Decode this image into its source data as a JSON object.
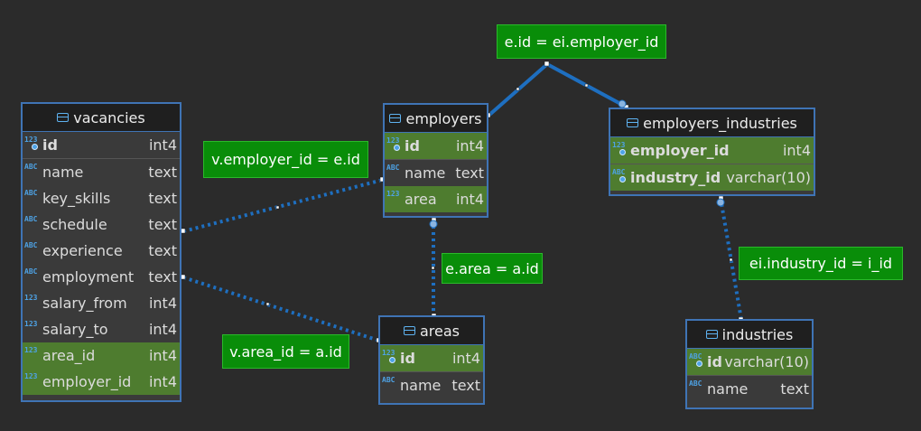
{
  "entities": {
    "vacancies": {
      "title": "vacancies",
      "columns": [
        {
          "name": "id",
          "type": "int4",
          "icon": "123"
        },
        {
          "name": "name",
          "type": "text",
          "icon": "ABC"
        },
        {
          "name": "key_skills",
          "type": "text",
          "icon": "ABC"
        },
        {
          "name": "schedule",
          "type": "text",
          "icon": "ABC"
        },
        {
          "name": "experience",
          "type": "text",
          "icon": "ABC"
        },
        {
          "name": "employment",
          "type": "text",
          "icon": "ABC"
        },
        {
          "name": "salary_from",
          "type": "int4",
          "icon": "123"
        },
        {
          "name": "salary_to",
          "type": "int4",
          "icon": "123"
        },
        {
          "name": "area_id",
          "type": "int4",
          "icon": "123"
        },
        {
          "name": "employer_id",
          "type": "int4",
          "icon": "123"
        }
      ]
    },
    "employers": {
      "title": "employers",
      "columns": [
        {
          "name": "id",
          "type": "int4",
          "icon": "123"
        },
        {
          "name": "name",
          "type": "text",
          "icon": "ABC"
        },
        {
          "name": "area",
          "type": "int4",
          "icon": "123"
        }
      ]
    },
    "employers_industries": {
      "title": "employers_industries",
      "columns": [
        {
          "name": "employer_id",
          "type": "int4",
          "icon": "123"
        },
        {
          "name": "industry_id",
          "type": "varchar(10)",
          "icon": "ABC"
        }
      ]
    },
    "areas": {
      "title": "areas",
      "columns": [
        {
          "name": "id",
          "type": "int4",
          "icon": "123"
        },
        {
          "name": "name",
          "type": "text",
          "icon": "ABC"
        }
      ]
    },
    "industries": {
      "title": "industries",
      "columns": [
        {
          "name": "id",
          "type": "varchar(10)",
          "icon": "ABC"
        },
        {
          "name": "name",
          "type": "text",
          "icon": "ABC"
        }
      ]
    }
  },
  "relations": [
    {
      "label": "e.id = ei.employer_id"
    },
    {
      "label": "v.employer_id = e.id"
    },
    {
      "label": "e.area = a.id"
    },
    {
      "label": "v.area_id = a.id"
    },
    {
      "label": "ei.industry_id = i_id"
    }
  ],
  "colors": {
    "background": "#2b2b2b",
    "entity_border": "#3f74b5",
    "link": "#1e6fc0",
    "note_fill": "#098d09",
    "highlight_row": "#4e7c2f"
  }
}
